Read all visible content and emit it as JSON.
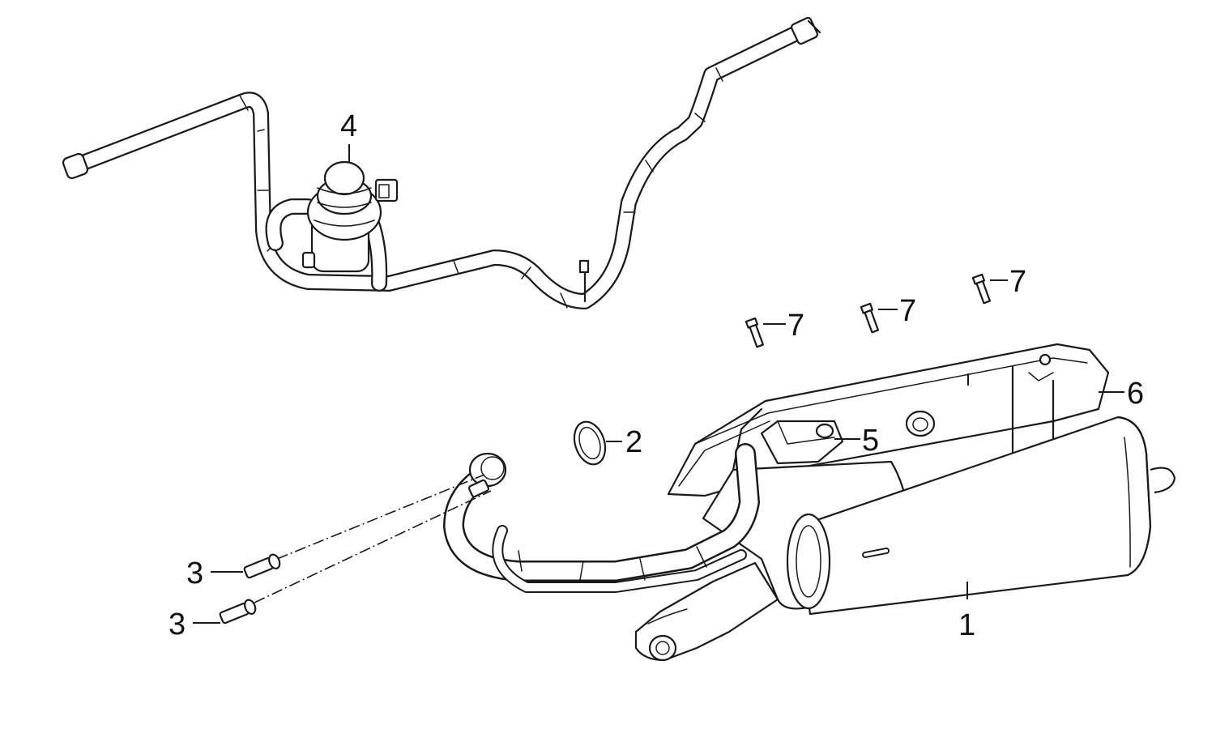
{
  "callouts": {
    "c1": "1",
    "c2": "2",
    "c3a": "3",
    "c3b": "3",
    "c4": "4",
    "c5": "5",
    "c6": "6",
    "c7a": "7",
    "c7b": "7",
    "c7c": "7"
  },
  "colors": {
    "line": "#1a1a1a",
    "background": "#ffffff"
  }
}
